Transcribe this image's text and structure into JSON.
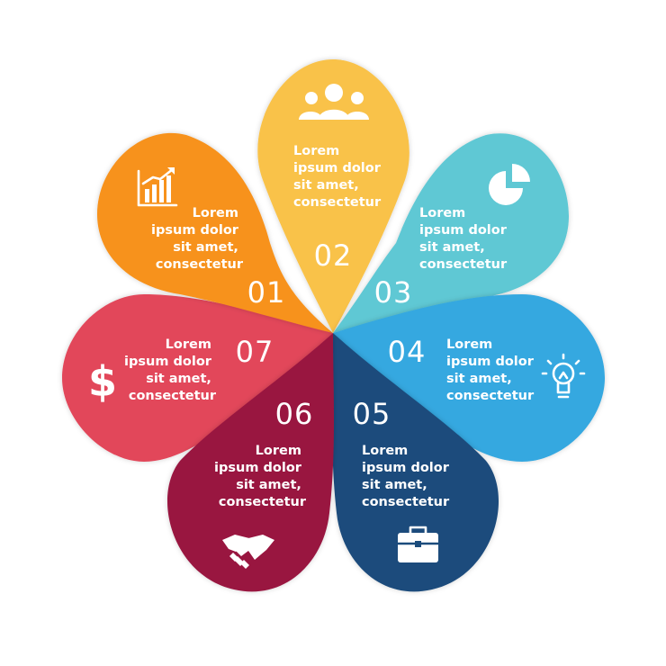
{
  "petals": [
    {
      "id": "07",
      "number": "07",
      "color": "#e2475a",
      "icon": "dollar-icon",
      "glyph": "$",
      "lines": [
        "Lorem",
        "ipsum dolor",
        "sit amet,",
        "consectetur"
      ]
    },
    {
      "id": "01",
      "number": "01",
      "color": "#f7921e",
      "icon": "growth-chart-icon",
      "lines": [
        "Lorem",
        "ipsum dolor",
        "sit amet,",
        "consectetur"
      ]
    },
    {
      "id": "02",
      "number": "02",
      "color": "#f9c24a",
      "icon": "team-icon",
      "lines": [
        "Lorem",
        "ipsum dolor",
        "sit amet,",
        "consectetur"
      ]
    },
    {
      "id": "03",
      "number": "03",
      "color": "#5ec8d4",
      "icon": "pie-chart-icon",
      "lines": [
        "Lorem",
        "ipsum dolor",
        "sit amet,",
        "consectetur"
      ]
    },
    {
      "id": "04",
      "number": "04",
      "color": "#35a8e0",
      "icon": "lightbulb-icon",
      "lines": [
        "Lorem",
        "ipsum dolor",
        "sit amet,",
        "consectetur"
      ]
    },
    {
      "id": "05",
      "number": "05",
      "color": "#1b4c7c",
      "icon": "briefcase-icon",
      "lines": [
        "Lorem",
        "ipsum dolor",
        "sit amet,",
        "consectetur"
      ]
    },
    {
      "id": "06",
      "number": "06",
      "color": "#991441",
      "icon": "handshake-icon",
      "lines": [
        "Lorem",
        "ipsum dolor",
        "sit amet,",
        "consectetur"
      ]
    }
  ]
}
